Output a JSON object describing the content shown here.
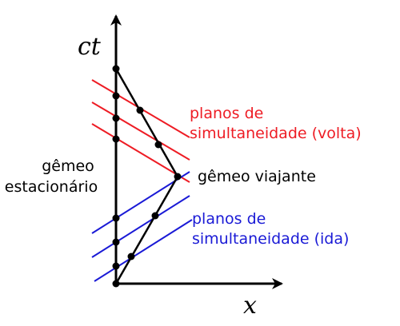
{
  "axes": {
    "time_label": "ct",
    "space_label": "x"
  },
  "labels": {
    "return_planes": [
      "planos de",
      "simultaneidade (volta)"
    ],
    "outbound_planes": [
      "planos de",
      "simultaneidade (ida)"
    ],
    "stationary_twin": [
      "gêmeo",
      "estacionário"
    ],
    "traveling_twin": "gêmeo viajante"
  },
  "colors": {
    "axis": "#000000",
    "return_planes": "#ee1c24",
    "outbound_planes": "#1a1ad6",
    "traveling_worldline": "#000000",
    "events": "#000000"
  }
}
